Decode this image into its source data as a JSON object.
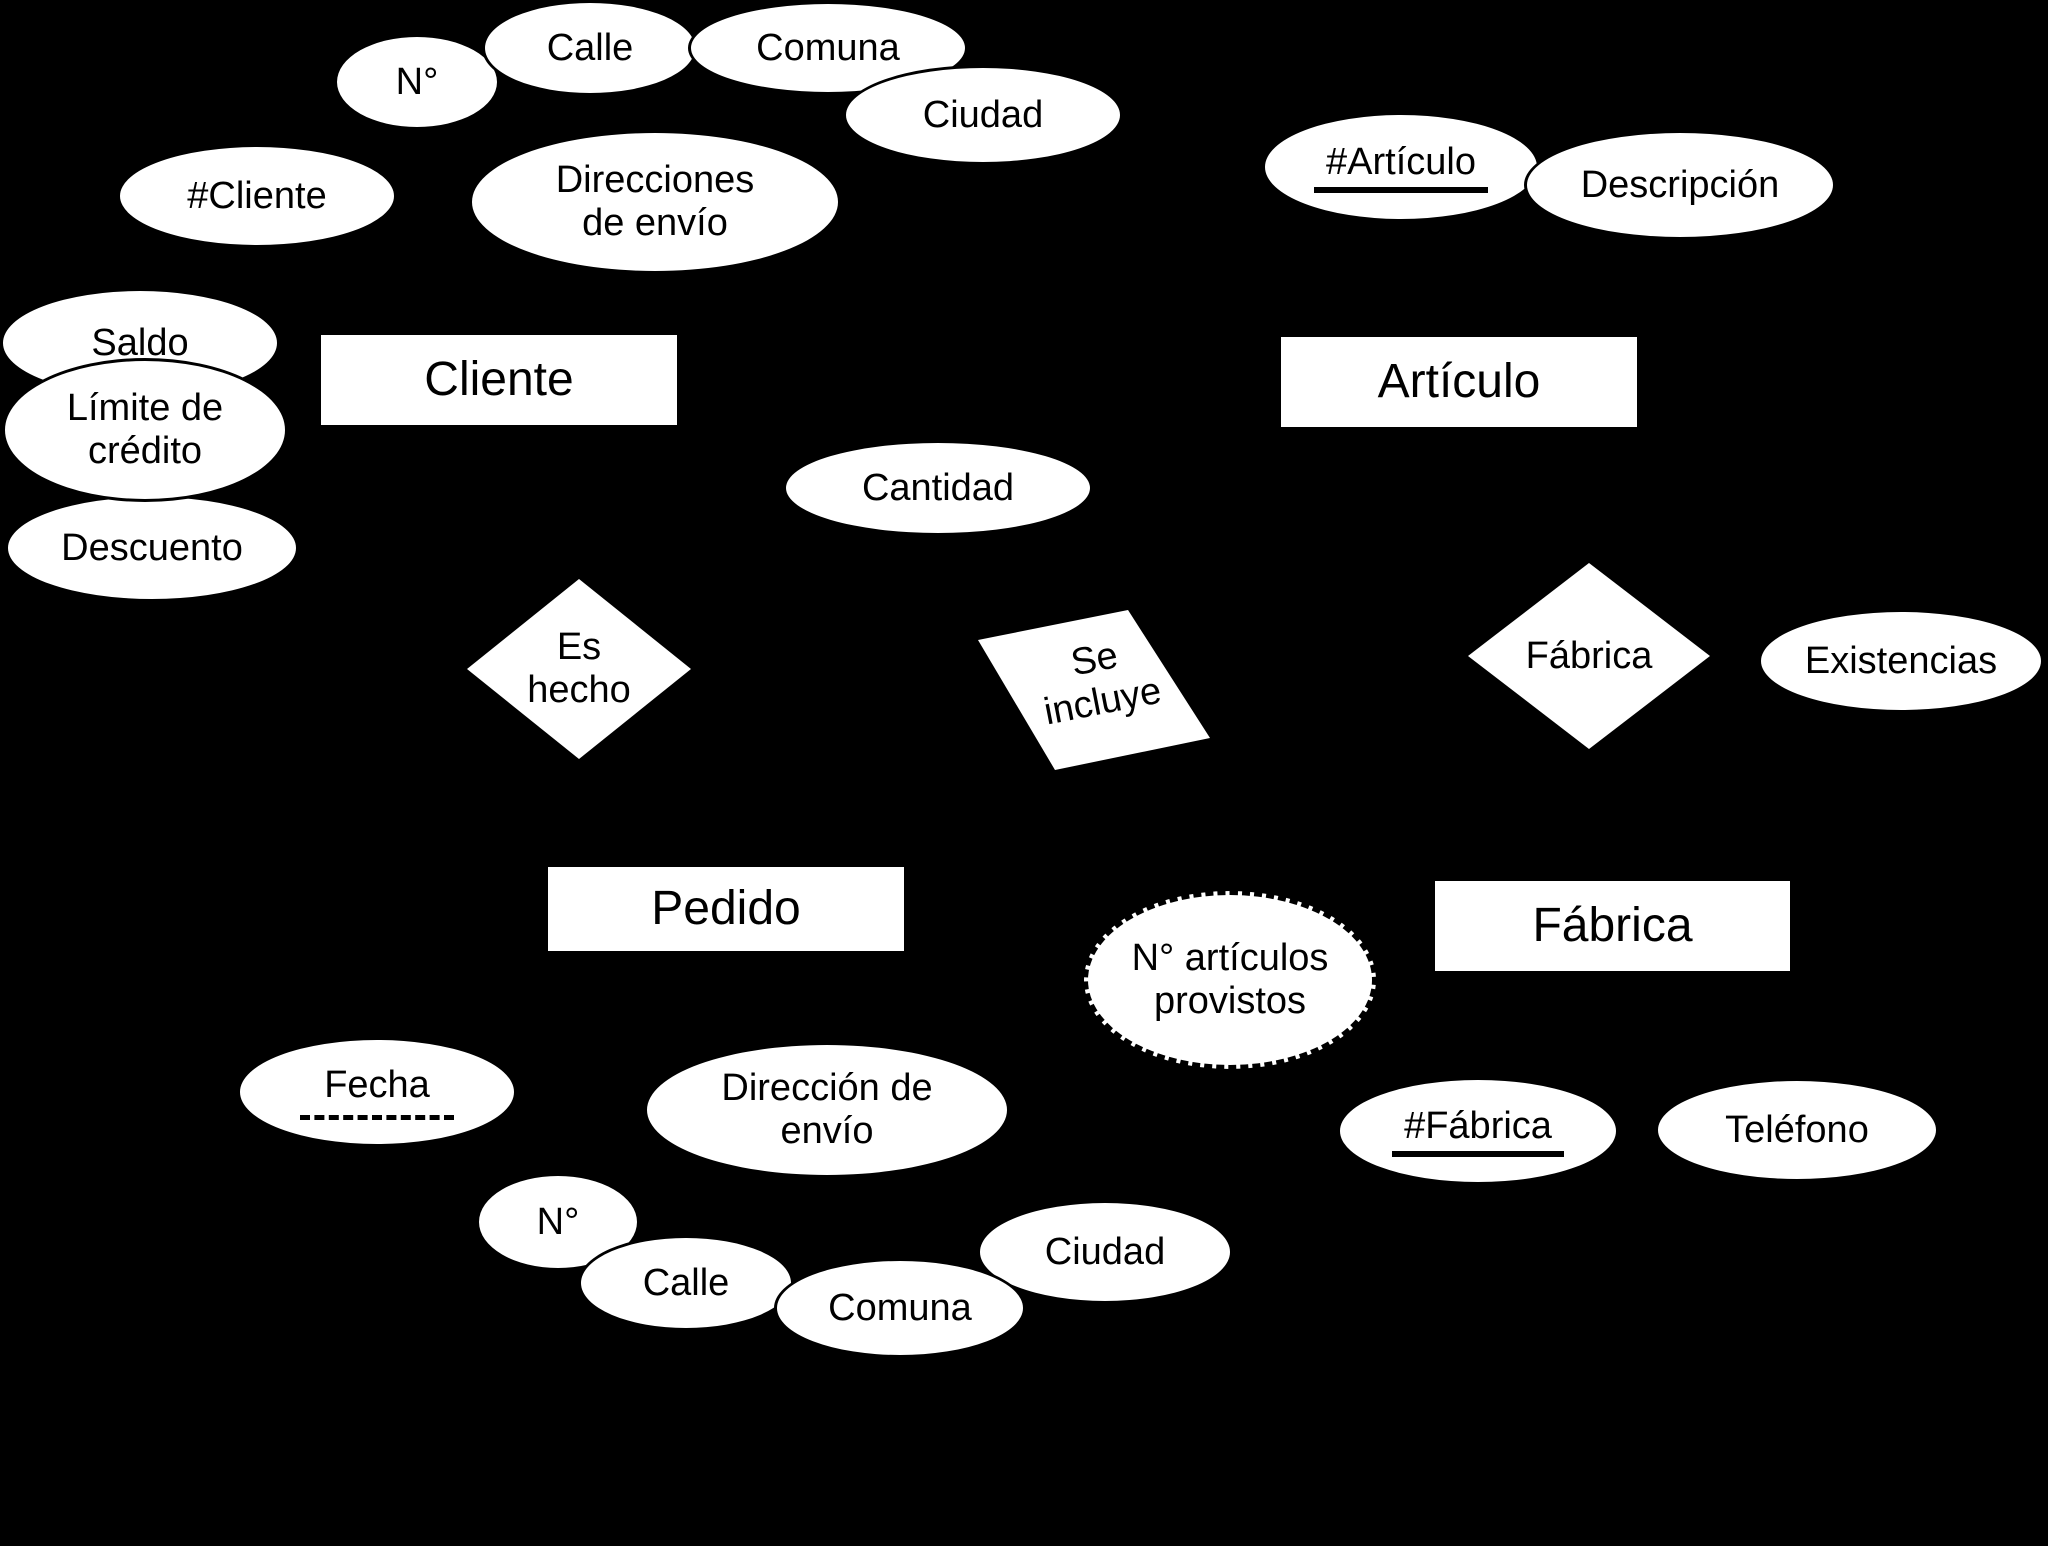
{
  "diagram": {
    "title": "ER diagram (Spanish): Cliente - Pedido - Artículo - Fábrica",
    "background_color": "#000000",
    "shape_fill_color": "#ffffff",
    "text_color": "#000000"
  },
  "entities": {
    "cliente": {
      "label": "Cliente"
    },
    "articulo": {
      "label": "Artículo"
    },
    "pedido": {
      "label": "Pedido"
    },
    "fabrica": {
      "label": "Fábrica"
    }
  },
  "relationships": {
    "es_hecho": {
      "label": "Es\nhecho"
    },
    "se_incluye": {
      "label": "Se\nincluye"
    },
    "fabrica_rel": {
      "label": "Fábrica"
    }
  },
  "attributes": {
    "cliente": {
      "num_cliente": {
        "label": "#Cliente"
      },
      "direcciones_envio": {
        "label": "Direcciones\nde envío"
      },
      "n": {
        "label": "N°"
      },
      "calle": {
        "label": "Calle"
      },
      "comuna": {
        "label": "Comuna"
      },
      "ciudad": {
        "label": "Ciudad"
      },
      "saldo": {
        "label": "Saldo"
      },
      "limite_credito": {
        "label": "Límite de\ncrédito"
      },
      "descuento": {
        "label": "Descuento"
      }
    },
    "articulo": {
      "num_articulo": {
        "label": "#Artículo",
        "primary_key": true
      },
      "descripcion": {
        "label": "Descripción"
      },
      "existencias": {
        "label": "Existencias"
      }
    },
    "se_incluye": {
      "cantidad": {
        "label": "Cantidad"
      }
    },
    "pedido": {
      "fecha": {
        "label": "Fecha",
        "partial_key_dashed_underline": true
      },
      "direccion_envio": {
        "label": "Dirección de\nenvío"
      },
      "n": {
        "label": "N°"
      },
      "calle": {
        "label": "Calle"
      },
      "comuna": {
        "label": "Comuna"
      },
      "ciudad": {
        "label": "Ciudad"
      }
    },
    "fabrica": {
      "num_fabrica": {
        "label": "#Fábrica",
        "primary_key": true
      },
      "telefono": {
        "label": "Teléfono"
      },
      "num_articulos_provistos": {
        "label": "N° artículos\nprovistos",
        "derived_dashed_outline": true
      }
    }
  }
}
